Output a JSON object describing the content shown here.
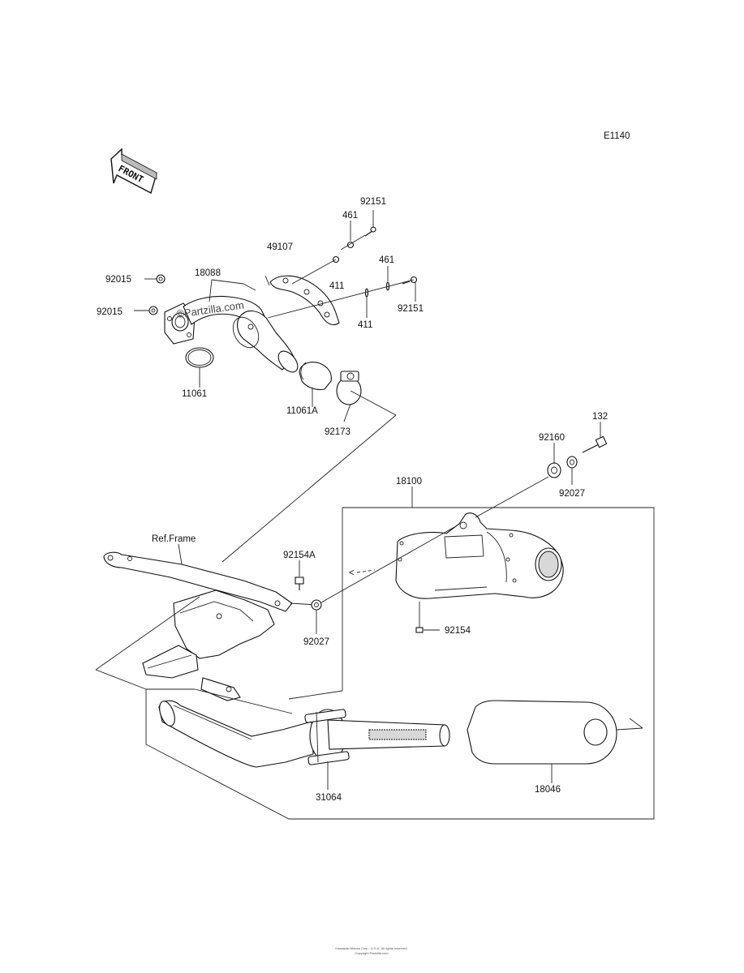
{
  "diagram": {
    "code": "E1140",
    "front_label": "FRONT",
    "watermark": "©Partzilla.com",
    "ref_frame": "Ref.Frame",
    "arrow_marker": "<",
    "parts": {
      "p92151_top": "92151",
      "p461_top": "461",
      "p49107": "49107",
      "p461_right": "461",
      "p18088": "18088",
      "p92015_a": "92015",
      "p92015_b": "92015",
      "p411_a": "411",
      "p411_b": "411",
      "p92151_right": "92151",
      "p11061": "11061",
      "p11061A": "11061A",
      "p92173": "92173",
      "p132": "132",
      "p92160": "92160",
      "p92027_a": "92027",
      "p18100": "18100",
      "p92154A": "92154A",
      "p92027_b": "92027",
      "p92154": "92154",
      "p31064": "31064",
      "p18046": "18046"
    },
    "footer_line1": "Kawasaki Motors Corp., U.S.A. All rights reserved.",
    "footer_line2": "Copyright Partzilla.com"
  }
}
